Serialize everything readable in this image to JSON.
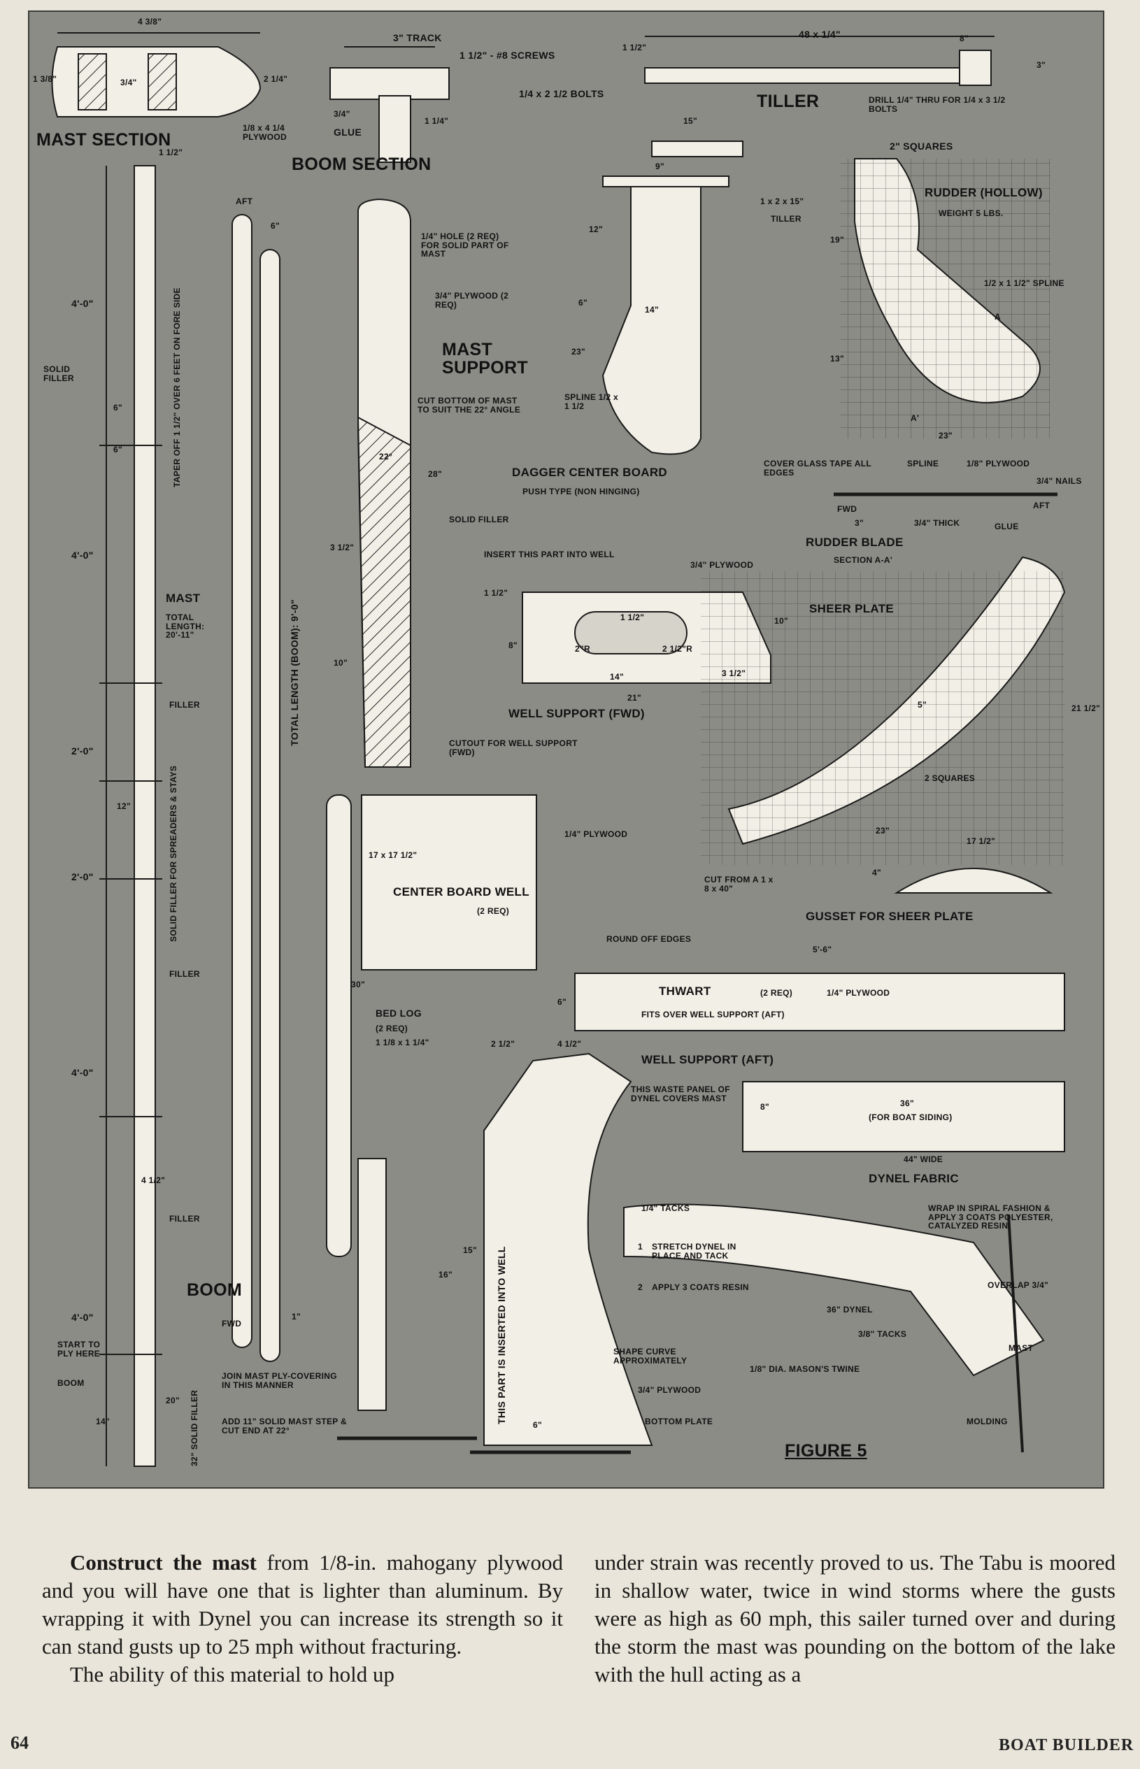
{
  "drawing": {
    "figure_title": "FIGURE 5",
    "mast_section": {
      "title": "MAST SECTION",
      "dim_top": "4 3/8\"",
      "dim_left": "1 3/8\"",
      "dim_mid": "3/4\"",
      "dim_right": "2 1/4\"",
      "plywood": "1/8 x 4 1/4 PLYWOOD"
    },
    "boom_section": {
      "title": "BOOM SECTION",
      "track": "3\" TRACK",
      "screws": "1 1/2\" - #8 SCREWS",
      "dim_left": "3/4\"",
      "dim_right": "1 1/4\"",
      "glue": "GLUE"
    },
    "tiller": {
      "title": "TILLER",
      "dim_length": "48 x 1/4\"",
      "dim_left": "1 1/2\"",
      "dim_8": "8\"",
      "dim_3": "3\"",
      "bolts": "1/4 x 2 1/2 BOLTS",
      "drill": "DRILL 1/4\" THRU FOR 1/4 x 3 1/2 BOLTS",
      "dim_15": "15\""
    },
    "rudder": {
      "title": "RUDDER (HOLLOW)",
      "weight": "WEIGHT 5 LBS.",
      "squares": "2\" SQUARES",
      "spline": "1/2 x 1 1/2\" SPLINE",
      "dim_9": "9\"",
      "board": "1 x 2 x 15\"",
      "tiller": "TILLER",
      "dim_19": "19\"",
      "dim_13": "13\"",
      "dim_23": "23\"",
      "sec_a": "A",
      "sec_a2": "A'"
    },
    "dagger": {
      "title": "DAGGER CENTER BOARD",
      "subtitle": "PUSH TYPE (NON HINGING)",
      "dim_12": "12\"",
      "dim_6": "6\"",
      "dim_14": "14\"",
      "dim_23": "23\"",
      "spline": "SPLINE 1/2 x 1 1/2"
    },
    "rudder_blade": {
      "title": "RUDDER BLADE",
      "subtitle": "SECTION A-A'",
      "cover": "COVER GLASS TAPE ALL EDGES",
      "spline": "SPLINE",
      "plywood": "1/8\" PLYWOOD",
      "nails": "3/4\" NAILS",
      "fwd": "FWD",
      "aft": "AFT",
      "thick": "3/4\" THICK",
      "glue": "GLUE",
      "dim_3": "3\""
    },
    "mast": {
      "label": "MAST",
      "total": "TOTAL LENGTH: 20'-11\"",
      "solid_filler": "SOLID FILLER",
      "taper": "TAPER OFF 1 1/2\" OVER 6 FEET ON FORE SIDE",
      "filler_1": "FILLER",
      "filler_2": "FILLER",
      "filler_3": "FILLER",
      "spreaders": "SOLID FILLER FOR SPREADERS & STAYS",
      "seg_1": "4'-0\"",
      "seg_2": "4'-0\"",
      "seg_3": "2'-0\"",
      "seg_4": "2'-0\"",
      "seg_5": "4'-0\"",
      "seg_6": "4'-0\"",
      "dim_6a": "6\"",
      "dim_6b": "6\"",
      "dim_12": "12\"",
      "dim_4": "4 1/2\"",
      "top": "1 1/2\"",
      "start": "START TO PLY HERE",
      "boom": "BOOM",
      "dim_14": "14\"",
      "dim_20": "20\"",
      "solid_32": "32\" SOLID FILLER",
      "join": "JOIN MAST PLY-COVERING IN THIS MANNER",
      "add": "ADD 11\" SOLID MAST STEP & CUT END AT 22°"
    },
    "boom": {
      "aft": "AFT",
      "dim_6": "6\"",
      "total": "TOTAL LENGTH (BOOM): 9'-0\"",
      "label": "BOOM",
      "fwd": "FWD",
      "dim_1": "1\""
    },
    "mast_support": {
      "title": "MAST SUPPORT",
      "hole": "1/4\" HOLE (2 REQ) FOR SOLID PART OF MAST",
      "plywood": "3/4\" PLYWOOD (2 REQ)",
      "cut": "CUT BOTTOM OF MAST TO SUIT THE 22° ANGLE",
      "angle": "22°",
      "dim_28": "28\"",
      "solid_filler": "SOLID FILLER",
      "dim_3": "3 1/2\"",
      "dim_10": "10\"",
      "cutout": "CUTOUT FOR WELL SUPPORT (FWD)"
    },
    "well_fwd": {
      "title": "WELL SUPPORT (FWD)",
      "insert": "INSERT THIS PART INTO WELL",
      "plywood": "3/4\" PLYWOOD",
      "dim_1": "1 1/2\"",
      "dim_8": "8\"",
      "r1": "2\"R",
      "r2": "2 1/2\"R",
      "dim_14": "14\"",
      "dim_21": "21\"",
      "dim_3": "3 1/2\"",
      "dim_10": "10\"",
      "dim_half": "1 1/2\""
    },
    "sheer": {
      "title": "SHEER PLATE",
      "dim_21": "21 1/2\"",
      "dim_23": "23\"",
      "squares": "2 SQUARES",
      "dim_5": "5\"",
      "cut": "CUT FROM A 1 x 8 x 40\""
    },
    "gusset": {
      "title": "GUSSET FOR SHEER PLATE",
      "dim_17": "17 1/2\"",
      "dim_4": "4\""
    },
    "cb_well": {
      "title": "CENTER BOARD WELL",
      "req": "(2 REQ)",
      "dim": "17 x 17 1/2\"",
      "plywood": "1/4\" PLYWOOD"
    },
    "thwart": {
      "round": "ROUND OFF EDGES",
      "dim_5": "5'-6\"",
      "title": "THWART",
      "req": "(2 REQ)",
      "plywood": "1/4\" PLYWOOD",
      "fits": "FITS OVER WELL SUPPORT (AFT)",
      "dim_6": "6\""
    },
    "bed_log": {
      "title": "BED LOG",
      "req": "(2 REQ)",
      "dim": "1 1/8 x 1 1/4\"",
      "dim_30": "30\""
    },
    "well_aft": {
      "title": "WELL SUPPORT (AFT)",
      "dim_2": "2 1/2\"",
      "dim_4": "4 1/2\"",
      "inserted": "THIS PART IS INSERTED INTO WELL",
      "dim_15": "15\"",
      "dim_16": "16\"",
      "dim_6": "6\"",
      "shape": "SHAPE CURVE APPROXIMATELY",
      "plywood": "3/4\" PLYWOOD",
      "bottom": "BOTTOM PLATE"
    },
    "dynel": {
      "waste": "THIS WASTE PANEL OF DYNEL COVERS MAST",
      "dim_8": "8\"",
      "dim_36": "36\"",
      "siding": "(FOR BOAT SIDING)",
      "wide": "44\" WIDE",
      "fabric": "DYNEL FABRIC",
      "tacks": "1/4\" TACKS",
      "step1": "STRETCH DYNEL IN PLACE AND TACK",
      "step2": "APPLY 3 COATS RESIN",
      "num1": "1",
      "num2": "2",
      "wrap": "WRAP IN SPIRAL FASHION & APPLY 3 COATS POLYESTER, CATALYZED RESIN",
      "overlap": "OVERLAP 3/4\"",
      "d36": "36\" DYNEL",
      "tacks2": "3/8\" TACKS",
      "mast": "MAST",
      "twine": "1/8\" DIA. MASON'S TWINE",
      "molding": "MOLDING"
    }
  },
  "article": {
    "col1_lead": "Construct the mast",
    "col1_p1_rest": " from 1/8-in. mahogany plywood and you will have one that is lighter than aluminum. By wrapping it with Dynel you can increase its strength so it can stand gusts up to 25 mph without fracturing.",
    "col1_p2": "The ability of this material to hold up",
    "col2_p1": "under strain was recently proved to us. The Tabu is moored in shallow water, twice in wind storms where the gusts were as high as 60 mph, this sailer turned over and during the storm the mast was pounding on the bottom of the lake with the hull acting as a"
  },
  "page_number": "64",
  "running_head": "BOAT BUILDER"
}
